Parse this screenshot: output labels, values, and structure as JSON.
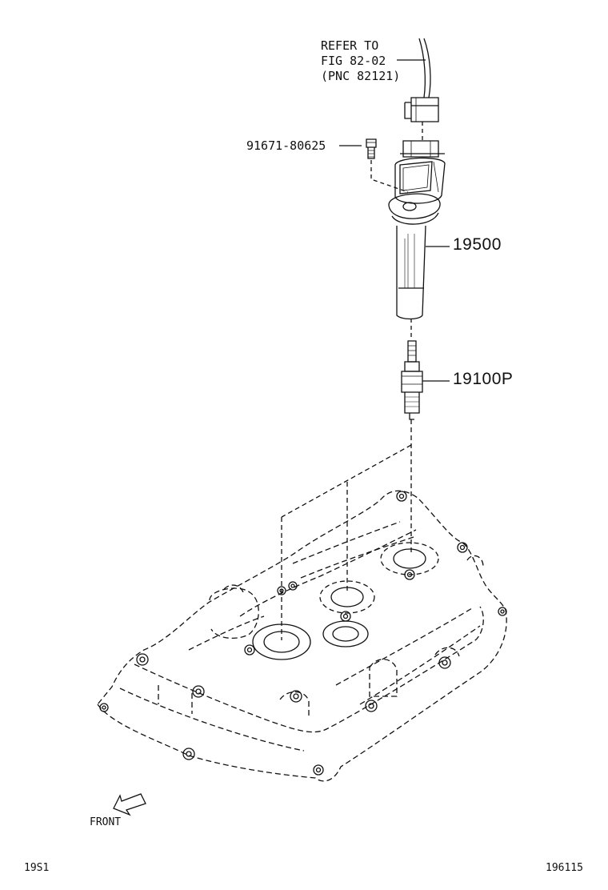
{
  "callouts": {
    "refer_line1": "REFER TO",
    "refer_line2": "FIG 82-02",
    "refer_line3": "(PNC 82121)",
    "bolt": "91671-80625",
    "ignition_coil": "19500",
    "spark_plug": "19100P"
  },
  "direction_label": "FRONT",
  "footer": {
    "left_code": "19S1",
    "right_code": "196115"
  }
}
